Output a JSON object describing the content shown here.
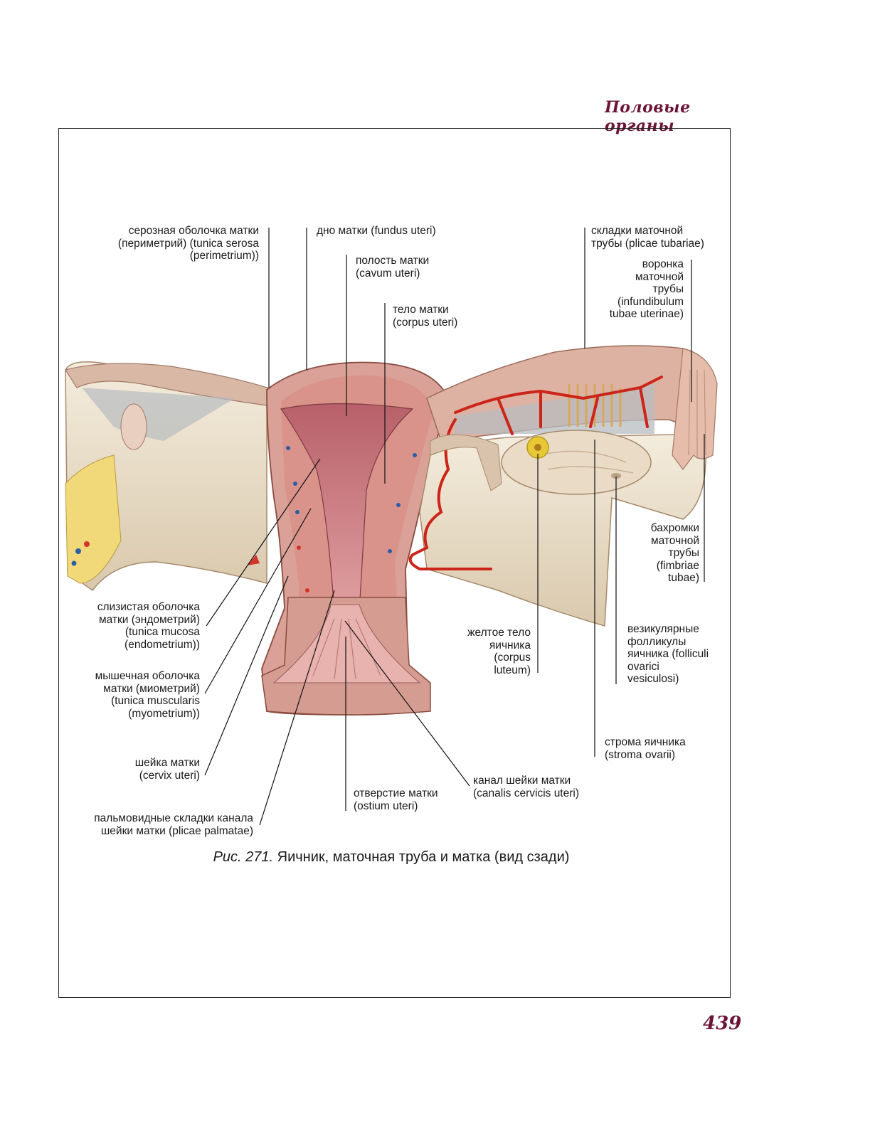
{
  "header": {
    "section_title": "Половые органы"
  },
  "figure": {
    "caption_number": "Рис. 271.",
    "caption_text": "Яичник, маточная труба и матка (вид сзади)"
  },
  "labels": {
    "perimetrium": "серозная оболочка матки\n(периметрий) (tunica serosa\n(perimetrium))",
    "fundus": "дно матки (fundus uteri)",
    "cavum": "полость матки\n(cavum uteri)",
    "corpus": "тело матки\n(corpus uteri)",
    "plicae_tubariae": "складки маточной\nтрубы (plicae tubariae)",
    "infundibulum": "воронка\nматочной\nтрубы\n(infundibulum\ntubae uterinae)",
    "fimbriae": "бахромки\nматочной\nтрубы\n(fimbriae\ntubae)",
    "endometrium": "слизистая оболочка\nматки (эндометрий)\n(tunica mucosa\n(endometrium))",
    "myometrium": "мышечная оболочка\nматки (миометрий)\n(tunica muscularis\n(myometrium))",
    "cervix": "шейка матки\n(cervix uteri)",
    "plicae_palmatae": "пальмовидные складки канала\nшейки матки (plicae palmatae)",
    "ostium": "отверстие матки\n(ostium uteri)",
    "canalis": "канал шейки матки\n(canalis cervicis uteri)",
    "corpus_luteum": "желтое тело\nяичника\n(corpus\nluteum)",
    "folliculi": "везикулярные\nфолликулы\nяичника (folliculi\novarici\nvesiculosi)",
    "stroma": "строма яичника\n(stroma ovarii)"
  },
  "page_number": "439",
  "colors": {
    "accent": "#6b1535",
    "tissue": "#e8cfc0",
    "muscle": "#d49a8f",
    "vessel": "#cc2418",
    "ligament": "#efe6d3"
  }
}
